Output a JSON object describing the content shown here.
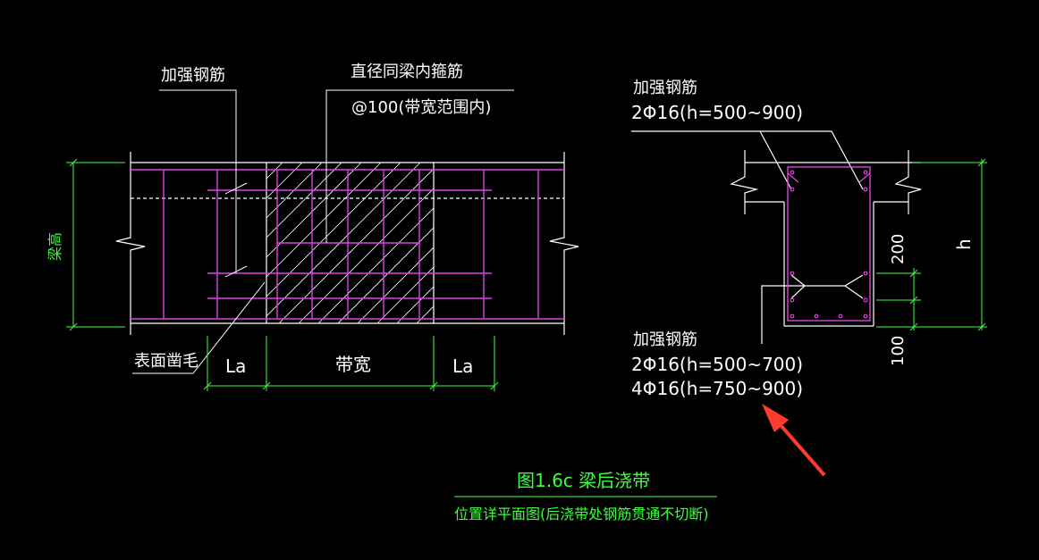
{
  "colors": {
    "background": "#000000",
    "outline": "#ffffff",
    "rebar": "#e040e0",
    "dimension": "#3cff3c",
    "hatch": "#ffffff",
    "arrow": "#ff3b30"
  },
  "elevation": {
    "leader_reinforcement": "加强钢筋",
    "leader_stirrup_line1": "直径同梁内箍筋",
    "leader_stirrup_line2": "@100(带宽范围内)",
    "leader_surface": "表面凿毛",
    "dim_beam_height": "梁高",
    "dim_la_left": "La",
    "dim_band_width": "带宽",
    "dim_la_right": "La"
  },
  "section": {
    "top_label": "加强钢筋",
    "top_spec": "2Φ16(h=500~900)",
    "bottom_label": "加强钢筋",
    "bottom_spec_1": "2Φ16(h=500~700)",
    "bottom_spec_2": "4Φ16(h=750~900)",
    "dim_200": "200",
    "dim_100": "100",
    "dim_h": "h"
  },
  "caption": {
    "title": "图1.6c 梁后浇带",
    "subtitle": "位置详平面图(后浇带处钢筋贯通不切断)"
  }
}
